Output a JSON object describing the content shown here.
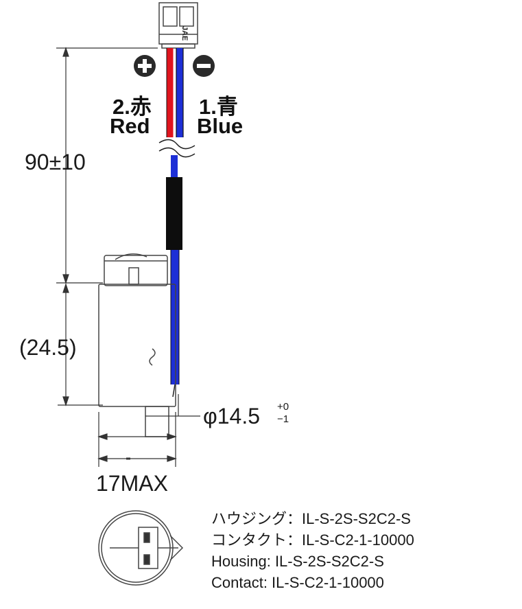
{
  "connector": {
    "brand": "JAE"
  },
  "wires": {
    "red": {
      "number_jp": "2.赤",
      "name": "Red",
      "polarity": "+",
      "color": "#e0141e"
    },
    "blue": {
      "number_jp": "1.青",
      "name": "Blue",
      "polarity": "−",
      "color": "#1d2fd6"
    }
  },
  "dimensions": {
    "lead_length": "90±10",
    "body_height": "(24.5)",
    "diameter": "φ14.5",
    "diameter_tol_upper": "+0",
    "diameter_tol_lower": "−1",
    "max_width": "17MAX"
  },
  "notes": [
    "ハウジング：IL-S-2S-S2C2-S",
    "コンタクト：IL-S-C2-1-10000",
    "Housing: IL-S-2S-S2C2-S",
    "Contact: IL-S-C2-1-10000"
  ],
  "colors": {
    "line": "#333333",
    "sleeve": "#0d0d0d"
  }
}
